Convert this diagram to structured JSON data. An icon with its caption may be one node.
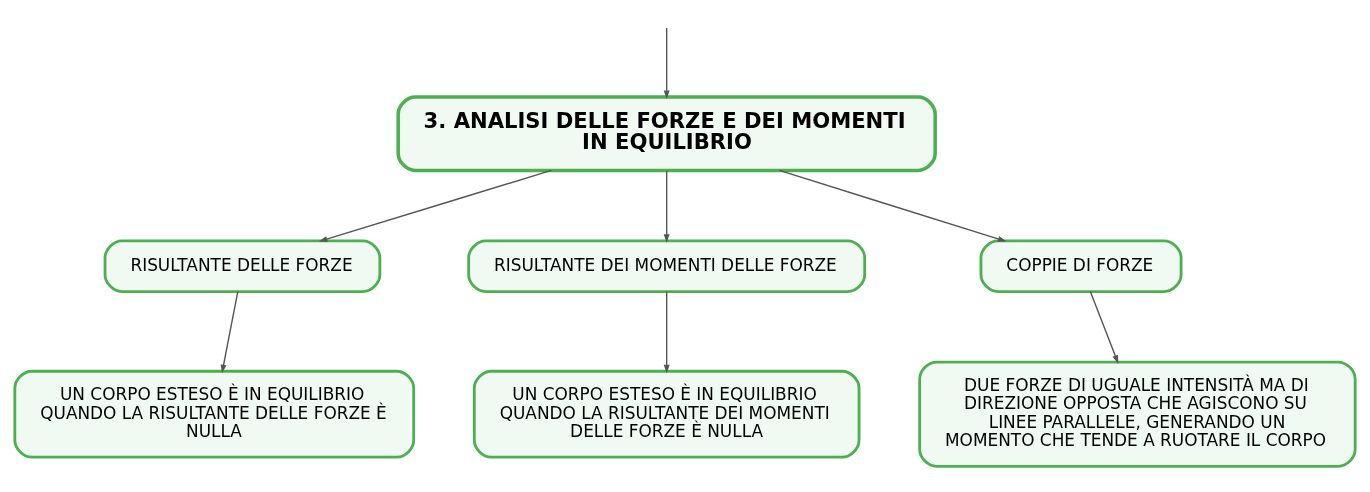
{
  "diagram": {
    "nodes": [
      {
        "text": [
          "3. ANALISI DELLE FORZE E DEI MOMENTI IN EQUILIBRIO"
        ]
      },
      {
        "text": [
          "RISULTANTE DELLE FORZE"
        ]
      },
      {
        "text": [
          "RISULTANTE DEI MOMENTI DELLE FORZE"
        ]
      },
      {
        "text": [
          "COPPIE DI FORZE"
        ]
      },
      {
        "text": [
          "UN CORPO ESTESO È IN EQUILIBRIO QUANDO LA RISULTANTE DELLE FORZE È NULLA"
        ]
      },
      {
        "text": [
          "UN CORPO ESTESO È IN EQUILIBRIO QUANDO LA RISULTANTE DEI MOMENTI DELLE FORZE È NULLA"
        ]
      },
      {
        "text": [
          "DUE FORZE DI UGUALE INTENSITÀ MA DI DIREZIONE OPPOSTA CHE AGISCONO SU LINEE PARALLELE, GENERANDO UN MOMENTO CHE TENDE A RUOTARE IL CORPO"
        ]
      }
    ],
    "edges": [
      {
        "from": null,
        "to": 0,
        "arrow": "to"
      },
      {
        "from": 0,
        "to": 1,
        "arrow": "to"
      },
      {
        "from": 0,
        "to": 2,
        "arrow": "to"
      },
      {
        "from": 0,
        "to": 3,
        "arrow": "to"
      },
      {
        "from": 1,
        "to": 4,
        "arrow": "to"
      },
      {
        "from": 2,
        "to": 5,
        "arrow": "to"
      },
      {
        "from": 3,
        "to": 6,
        "arrow": "to"
      }
    ]
  }
}
